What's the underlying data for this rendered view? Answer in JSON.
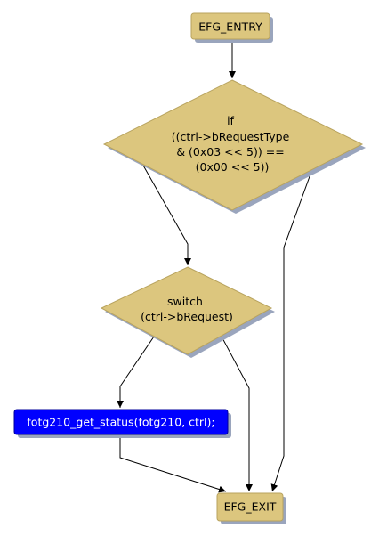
{
  "colors": {
    "node_fill": "#dcc67e",
    "node_stroke": "#b8a35e",
    "shadow": "#9aa5bd",
    "call_fill": "#0000ff",
    "call_stroke": "#000099"
  },
  "nodes": {
    "entry": {
      "label": "EFG_ENTRY"
    },
    "if_decision": {
      "lines": [
        "if",
        "((ctrl->bRequestType",
        "& (0x03 << 5)) ==",
        "(0x00 << 5))"
      ]
    },
    "switch_decision": {
      "lines": [
        "switch",
        "(ctrl->bRequest)"
      ]
    },
    "call": {
      "label": "fotg210_get_status(fotg210, ctrl);"
    },
    "exit": {
      "label": "EFG_EXIT"
    }
  }
}
